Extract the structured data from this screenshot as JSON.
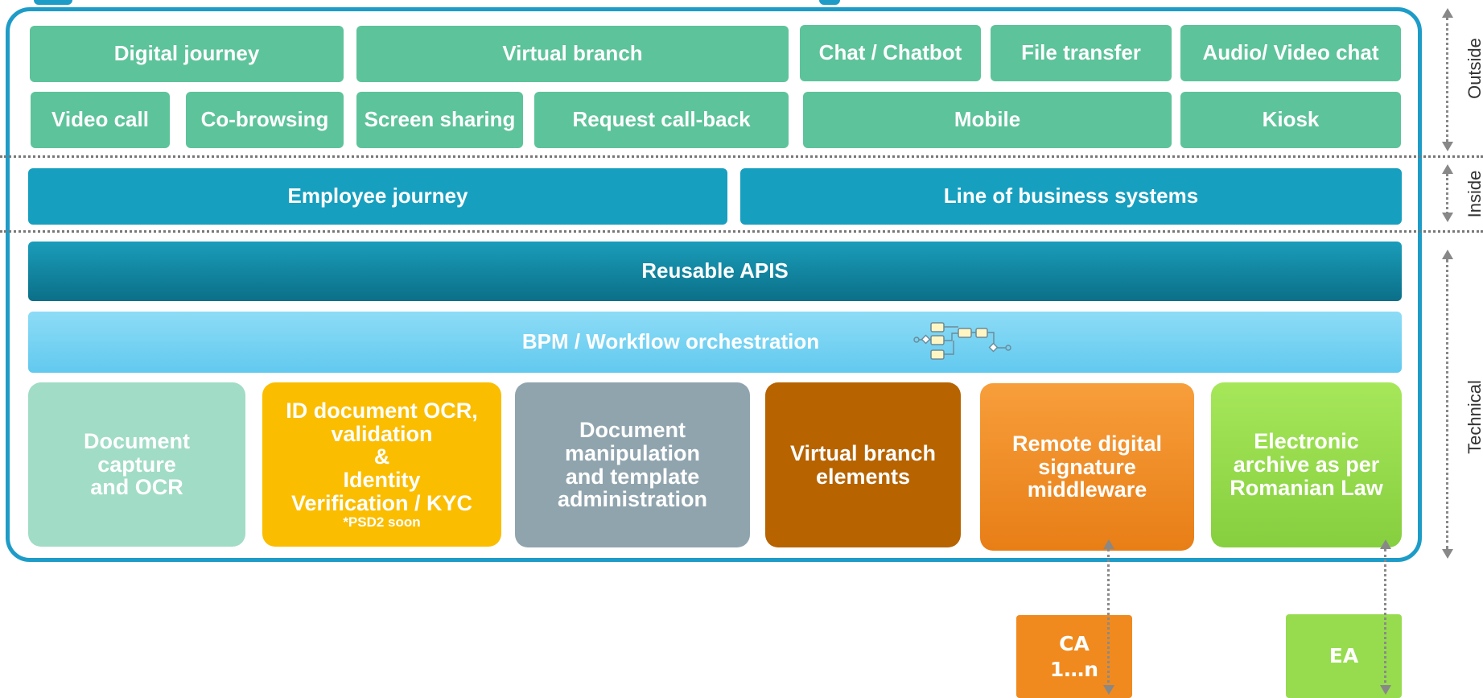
{
  "outside_row1": [
    "Digital journey",
    "Virtual branch",
    "Chat / Chatbot",
    "File transfer",
    "Audio/ Video chat"
  ],
  "outside_row2": [
    "Video call",
    "Co-browsing",
    "Screen sharing",
    "Request call-back",
    "Mobile",
    "Kiosk"
  ],
  "inside": [
    "Employee journey",
    "Line of business systems"
  ],
  "reusable_apis": "Reusable APIS",
  "bpm": "BPM / Workflow orchestration",
  "components": {
    "document_capture": "Document capture and OCR",
    "id_ocr": [
      "ID document OCR,",
      "validation",
      "&",
      "Identity",
      "Verification / KYC"
    ],
    "id_note": "*PSD2 soon",
    "doc_manipulation": "Document manipulation and template administration",
    "virtual_branch_elements": "Virtual branch elements",
    "remote_signature": "Remote digital signature middleware",
    "electronic_archive": "Electronic archive as per Romanian Law"
  },
  "external": {
    "ca": [
      "CA",
      "1…n"
    ],
    "ea": "EA"
  },
  "side_labels": {
    "outside": "Outside",
    "inside": "Inside",
    "technical": "Technical"
  },
  "colors": {
    "frame": "#1e9cc8",
    "outside": "#5dc39a",
    "inside": "#179fbf",
    "apis": "#0f85a0",
    "bpm": "#7fd6f5",
    "document_capture": "#a1dcc6",
    "id_ocr": "#fbbd00",
    "doc_manipulation": "#90a4ae",
    "virtual_branch_elements": "#b66300",
    "remote_signature": "#f08a1e",
    "electronic_archive": "#96dc4e"
  },
  "icons": {
    "bpm": "workflow-diagram-icon"
  }
}
